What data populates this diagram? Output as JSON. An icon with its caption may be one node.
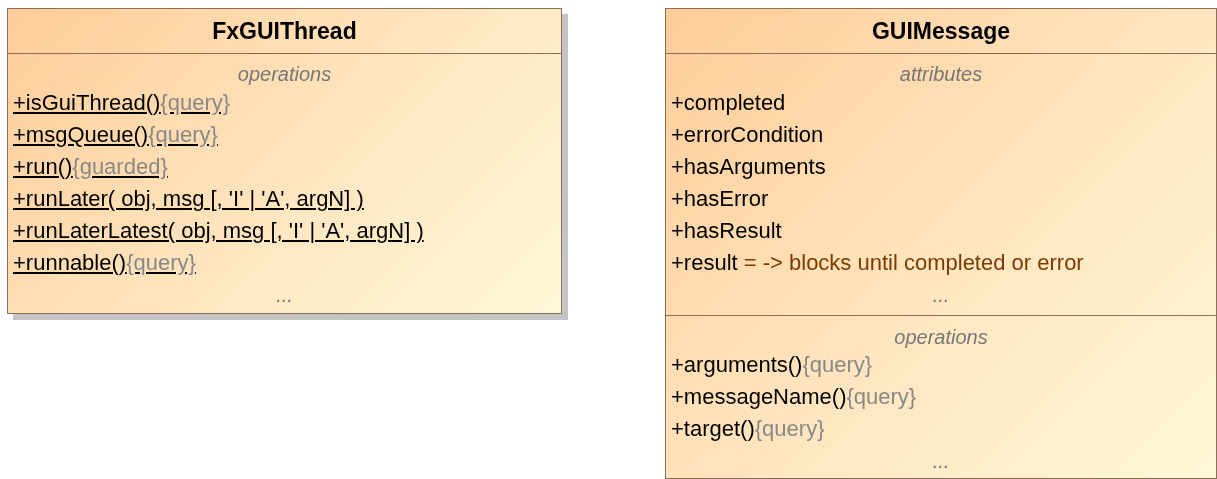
{
  "diagram": {
    "nodes": [
      {
        "text": [
          "FxGUIThread",
          "operations",
          "+isGuiThread(){query}",
          "+msgQueue(){query}",
          "+run(){guarded}",
          "+runLater( obj, msg [, 'I' | 'A', argN] )",
          "+runLaterLatest( obj, msg [, 'I' | 'A', argN] )",
          "+runnable(){query}",
          "..."
        ]
      },
      {
        "text": [
          "GUIMessage",
          "attributes",
          "+completed",
          "+errorCondition",
          "+hasArguments",
          "+hasError",
          "+hasResult",
          "+result =  -> blocks until completed or error",
          "...",
          "operations",
          "+arguments(){query}",
          "+messageName(){query}",
          "+target(){query}",
          "..."
        ]
      }
    ],
    "edges": []
  }
}
